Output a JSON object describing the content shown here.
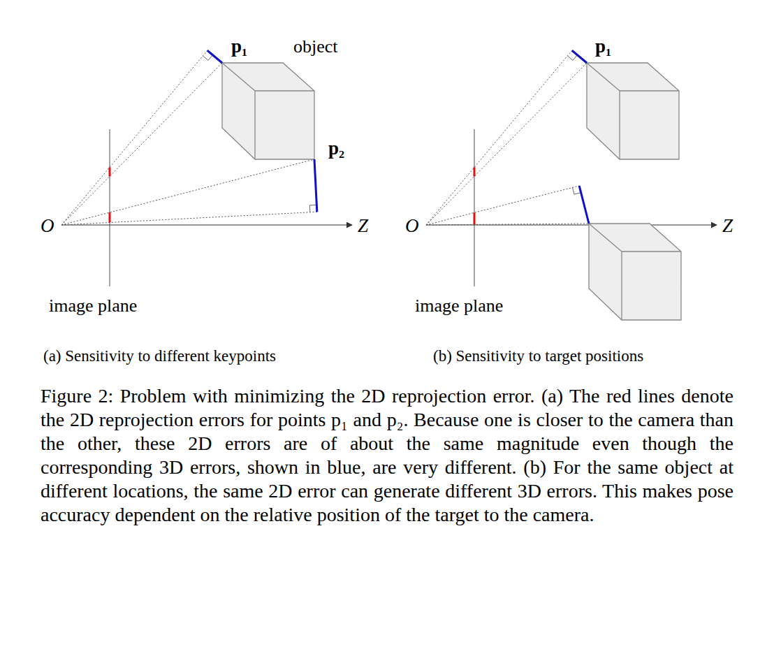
{
  "diagram": {
    "caption": "Figure 2: Problem with minimizing the 2D reprojection error. (a) The red lines denote the 2D reprojection errors for points p₁ and p₂. Because one is closer to the camera than the other, these 2D errors are of about the same magnitude even though the corresponding 3D errors, shown in blue, are very different. (b) For the same object at different locations, the same 2D error can generate different 3D errors. This makes pose accuracy dependent on the relative position of the target to the camera.",
    "labels": [
      "p₁",
      "object",
      "p₂",
      "O",
      "Z",
      "image plane",
      "(a) Sensitivity to different keypoints",
      "p₁",
      "O",
      "Z",
      "image plane",
      "(b) Sensitivity to target positions"
    ]
  }
}
